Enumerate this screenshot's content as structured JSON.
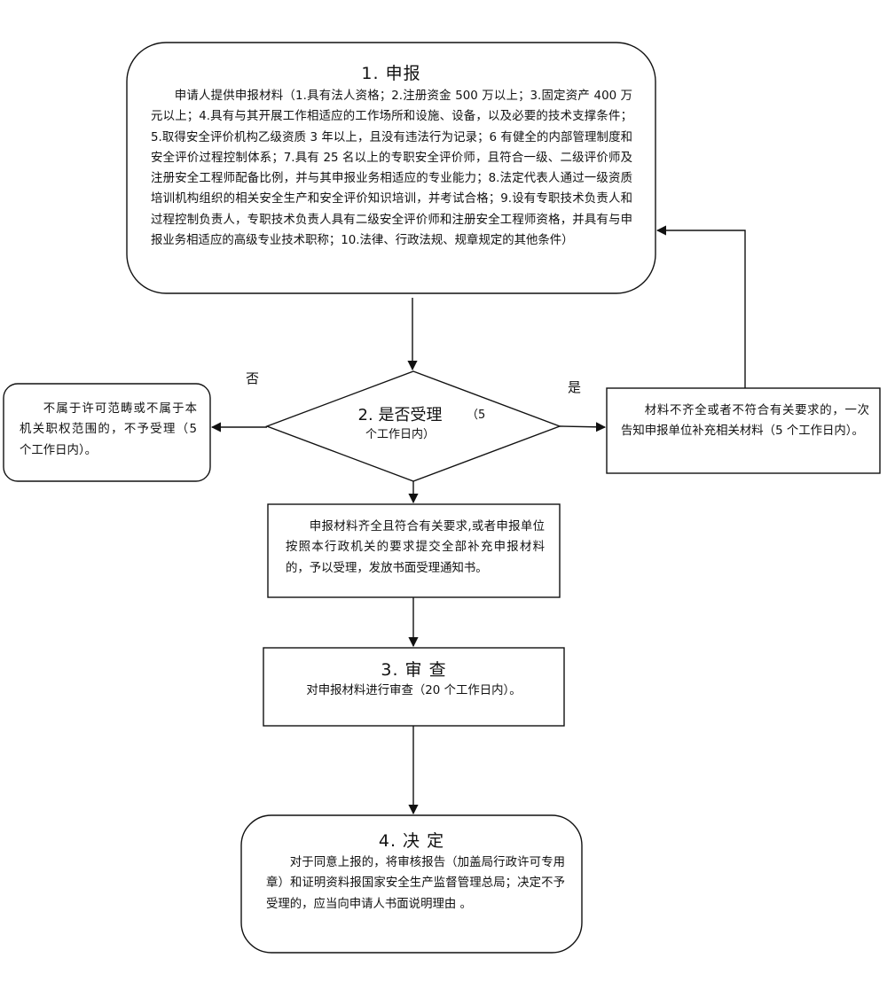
{
  "node1": {
    "title": "1. 申报",
    "body": "申请人提供申报材料（1.具有法人资格；2.注册资金 500 万以上；3.固定资产 400 万元以上；4.具有与其开展工作相适应的工作场所和设施、设备，以及必要的技术支撑条件；5.取得安全评价机构乙级资质 3 年以上，且没有违法行为记录；6 有健全的内部管理制度和安全评价过程控制体系；7.具有 25 名以上的专职安全评价师，且符合一级、二级评价师及注册安全工程师配备比例，并与其申报业务相适应的专业能力；8.法定代表人通过一级资质培训机构组织的相关安全生产和安全评价知识培训，并考试合格；9.设有专职技术负责人和过程控制负责人，专职技术负责人具有二级安全评价师和注册安全工程师资格，并具有与申报业务相适应的高级专业技术职称；10.法律、行政法规、规章规定的其他条件）"
  },
  "node2": {
    "title": "2. 是否受理",
    "note_a": "（5",
    "note_b": "个工作日内）"
  },
  "branch_no": {
    "label": "否",
    "text": "不属于许可范畴或不属于本机关职权范围的，不予受理（5 个工作日内）。"
  },
  "branch_yes": {
    "label": "是",
    "text": "材料不齐全或者不符合有关要求的，一次告知申报单位补充相关材料（5 个工作日内）。"
  },
  "accept": {
    "text": "申报材料齐全且符合有关要求,或者申报单位按照本行政机关的要求提交全部补充申报材料的，予以受理，发放书面受理通知书。"
  },
  "node3": {
    "title": "3. 审 查",
    "text": "对申报材料进行审查（20 个工作日内）。"
  },
  "node4": {
    "title": "4. 决 定",
    "text": "对于同意上报的，将审核报告（加盖局行政许可专用章）和证明资料报国家安全生产监督管理总局；决定不予受理的，应当向申请人书面说明理由 。"
  }
}
